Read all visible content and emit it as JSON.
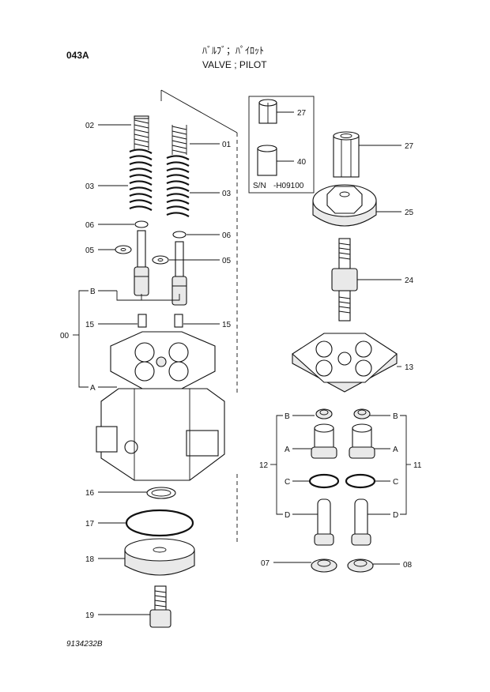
{
  "header": {
    "code": "043A",
    "title_jp": "ﾊﾞﾙﾌﾞ；ﾊﾟｲﾛｯﾄ",
    "title_en": "VALVE ; PILOT"
  },
  "footer": {
    "drawing_number": "9134232B"
  },
  "inset": {
    "sn_label": "S/N",
    "sn_value": "-H09100"
  },
  "labels": {
    "p01": "01",
    "p02": "02",
    "p03a": "03",
    "p03b": "03",
    "p05a": "05",
    "p05b": "05",
    "p06a": "06",
    "p06b": "06",
    "p15a": "15",
    "p15b": "15",
    "p16": "16",
    "p17": "17",
    "p18": "18",
    "p19": "19",
    "p00": "00",
    "pBleft": "B",
    "pAleft": "A",
    "p27a": "27",
    "p40": "40",
    "p27b": "27",
    "p25": "25",
    "p24": "24",
    "p13": "13",
    "p12": "12",
    "p11": "11",
    "p07": "07",
    "p08": "08",
    "lB1": "B",
    "lA1": "A",
    "lC1": "C",
    "lD1": "D",
    "rB1": "B",
    "rA1": "A",
    "rC1": "C",
    "rD1": "D"
  }
}
